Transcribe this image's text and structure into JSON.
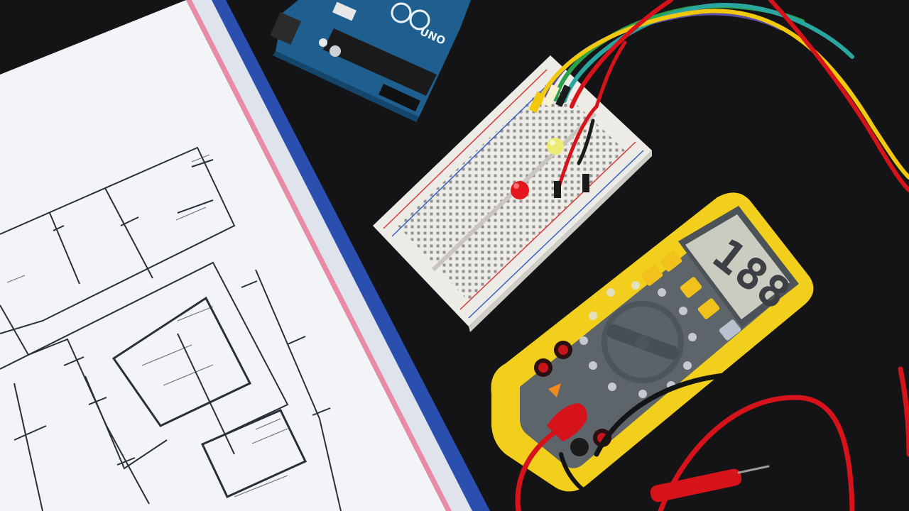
{
  "scene": {
    "description_tag": "electronics-workbench-photo",
    "colors": {
      "desk": "#141416",
      "paper": "#f3f4f8",
      "binder": "#2a4fae",
      "arduino": "#1f5f8f",
      "breadboard": "#ecebe6",
      "multimeter_body": "#f2cf1d",
      "multimeter_panel": "#5d656b",
      "lcd": "#c9ccbf",
      "wire_red": "#d6121a",
      "wire_yellow": "#f1c80b",
      "wire_green": "#2aa14b",
      "wire_teal": "#2aa6a0",
      "wire_purple": "#5b4fa3",
      "led_red": "#e5161d",
      "led_yellow": "#ecec74"
    }
  },
  "multimeter": {
    "display_reading": "188"
  },
  "arduino": {
    "logo_text": "UNO"
  }
}
